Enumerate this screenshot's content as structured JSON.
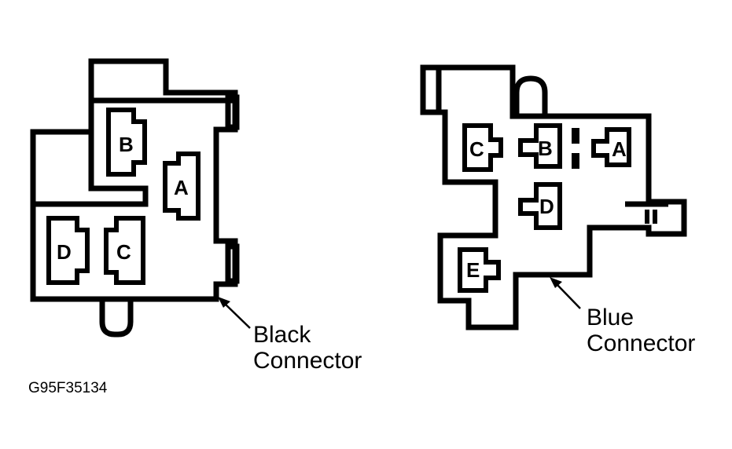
{
  "figure_id": "G95F35134",
  "black_connector": {
    "label_line1": "Black",
    "label_line2": "Connector",
    "pins": {
      "a": "A",
      "b": "B",
      "c": "C",
      "d": "D"
    }
  },
  "blue_connector": {
    "label_line1": "Blue",
    "label_line2": "Connector",
    "pins": {
      "a": "A",
      "b": "B",
      "c": "C",
      "d": "D",
      "e": "E"
    }
  }
}
